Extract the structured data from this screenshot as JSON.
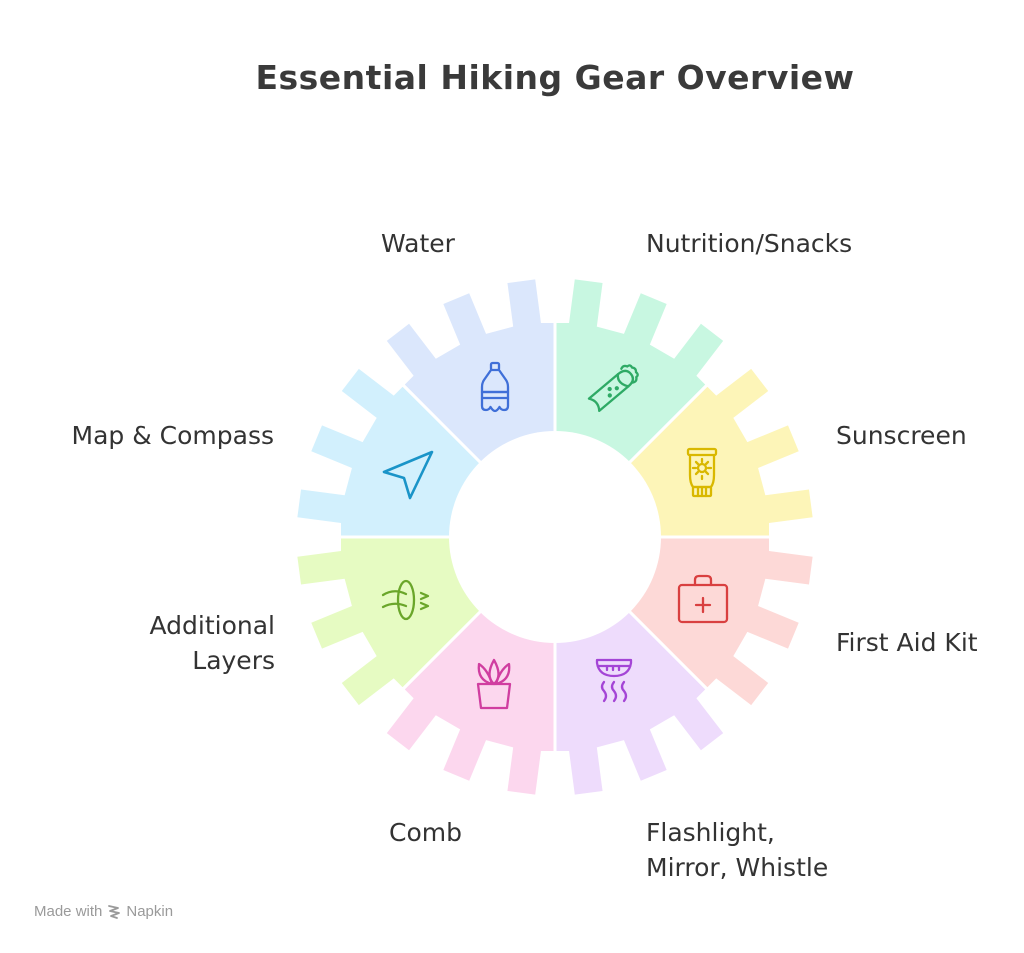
{
  "title": "Essential Hiking Gear Overview",
  "segments": [
    {
      "id": "water",
      "label": "Water",
      "icon": "water-bottle-icon",
      "fill": "#dbe7fc",
      "stroke": "#3f6fd8"
    },
    {
      "id": "nutrition",
      "label": "Nutrition/Snacks",
      "icon": "burrito-icon",
      "fill": "#c8f7e1",
      "stroke": "#2eaa65"
    },
    {
      "id": "sunscreen",
      "label": "Sunscreen",
      "icon": "sunscreen-tube-icon",
      "fill": "#fdf5b8",
      "stroke": "#d9b800"
    },
    {
      "id": "first-aid",
      "label": "First Aid Kit",
      "icon": "first-aid-kit-icon",
      "fill": "#fdd9d7",
      "stroke": "#d94040"
    },
    {
      "id": "flashlight",
      "label_line1": "Flashlight,",
      "label_line2": "Mirror, Whistle",
      "icon": "smoke-detector-icon",
      "fill": "#eedcfc",
      "stroke": "#a445d6"
    },
    {
      "id": "comb",
      "label": "Comb",
      "icon": "succulent-plant-icon",
      "fill": "#fcd7ee",
      "stroke": "#d03ea0"
    },
    {
      "id": "layers",
      "label_line1": "Additional",
      "label_line2": "Layers",
      "icon": "wind-icon",
      "fill": "#e6fbc2",
      "stroke": "#6aa62a"
    },
    {
      "id": "map",
      "label": "Map & Compass",
      "icon": "navigation-arrow-icon",
      "fill": "#d2f0fd",
      "stroke": "#1a94c8"
    }
  ],
  "footer": {
    "prefix": "Made with",
    "brand": "Napkin"
  }
}
